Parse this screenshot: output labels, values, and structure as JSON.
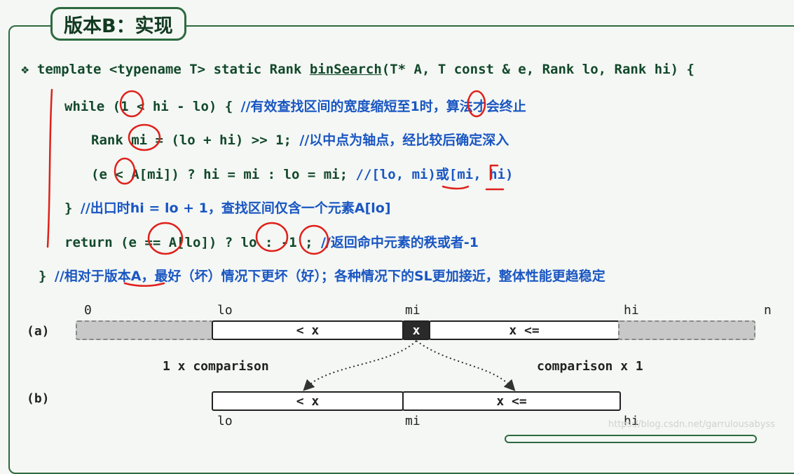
{
  "slide": {
    "title": "版本B：实现",
    "code": {
      "sig_bullet": "❖",
      "sig_pre": "template <typename T> static Rank ",
      "sig_fn": "binSearch",
      "sig_post": "(T* A, T const & e, Rank lo, Rank hi) {",
      "while_code": "while (1 < hi - lo) { ",
      "while_cmt": "//有效查找区间的宽度缩短至1时，算法才会终止",
      "rank_code": "Rank mi = (lo + hi) >> 1; ",
      "rank_cmt": "//以中点为轴点，经比较后确定深入",
      "cond_code": "(e < A[mi]) ? hi = mi : lo = mi; ",
      "cond_cmt": "//[lo, mi)或[mi, hi)",
      "close_code": "} ",
      "close_cmt": "//出口时hi = lo + 1，查找区间仅含一个元素A[lo]",
      "return_code": "return (e == A[lo]) ? lo : -1 ; ",
      "return_cmt": "//返回命中元素的秩或者-1",
      "end_code": "} ",
      "end_cmt": "//相对于版本A，最好（坏）情况下更坏（好）；各种情况下的SL更加接近，整体性能更趋稳定"
    },
    "diagram": {
      "row_a_label": "(a)",
      "row_b_label": "(b)",
      "top_labels": {
        "zero": "0",
        "lo": "lo",
        "mi": "mi",
        "hi": "hi",
        "n": "n"
      },
      "box_left": "< x",
      "box_mid": "x",
      "box_right": "x <=",
      "comparison_left": "1 x comparison",
      "comparison_right": "comparison x 1",
      "b_box_left": "< x",
      "b_box_right": "x <=",
      "bottom_labels": {
        "lo": "lo",
        "mi": "mi",
        "hi": "hi"
      }
    },
    "watermark": "https://blog.csdn.net/garrulousabyss",
    "colors": {
      "frame": "#2d6a3e",
      "code": "#12482a",
      "comment": "#1a56c2",
      "annotation": "#e0201a"
    }
  }
}
